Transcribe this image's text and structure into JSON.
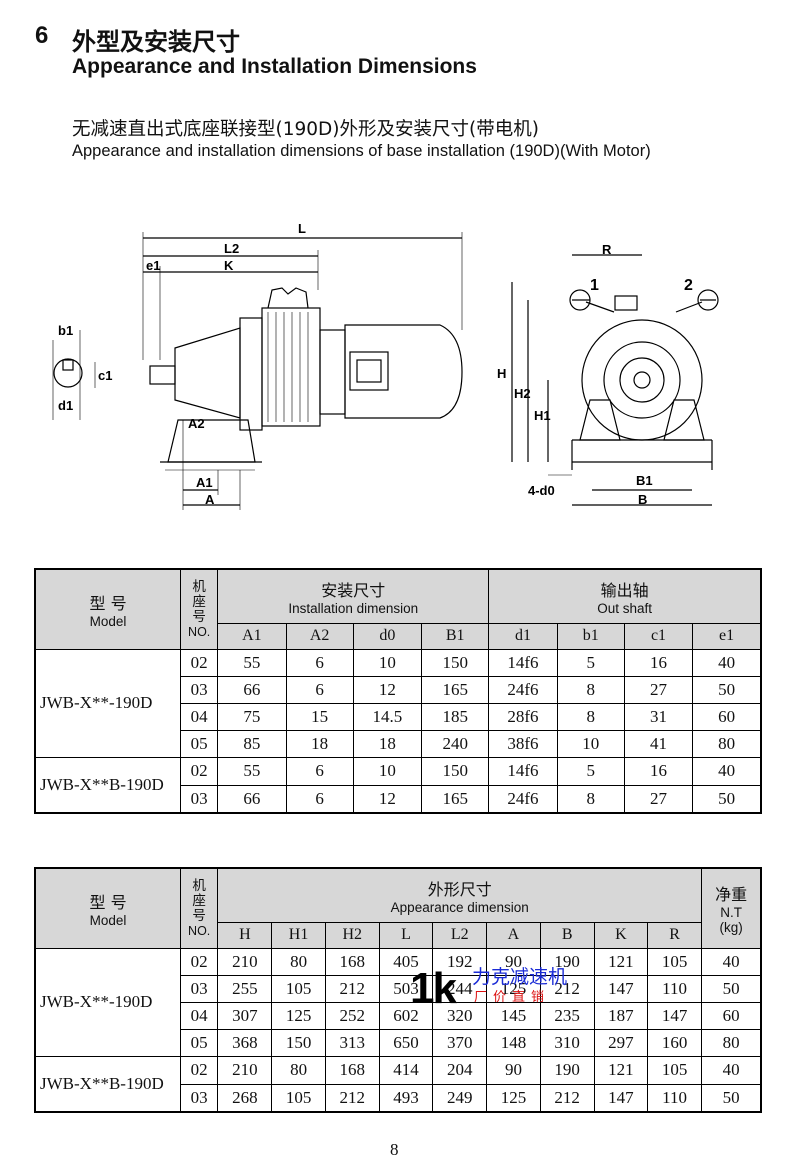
{
  "section": {
    "number": "6",
    "title_cn": "外型及安装尺寸",
    "title_en": "Appearance and Installation Dimensions"
  },
  "subsection": {
    "title_cn": "无减速直出式底座联接型(190D)外形及安装尺寸(带电机)",
    "title_en": "Appearance and installation dimensions of base installation (190D)(With Motor)"
  },
  "drawing": {
    "labels": {
      "L": "L",
      "L2": "L2",
      "K": "K",
      "e1": "e1",
      "b1": "b1",
      "c1": "c1",
      "d1": "d1",
      "A2": "A2",
      "A1": "A1",
      "A": "A",
      "R": "R",
      "one": "1",
      "two": "2",
      "H": "H",
      "H2": "H2",
      "H1": "H1",
      "d0": "4-d0",
      "B1": "B1",
      "B": "B"
    }
  },
  "table1": {
    "model_cn": "型 号",
    "model_en": "Model",
    "no_cn": "机座号",
    "no_en": "NO.",
    "group1_cn": "安装尺寸",
    "group1_en": "Installation dimension",
    "group2_cn": "输出轴",
    "group2_en": "Out shaft",
    "columns": [
      "A1",
      "A2",
      "d0",
      "B1",
      "d1",
      "b1",
      "c1",
      "e1"
    ],
    "groups": [
      {
        "model": "JWB-X**-190D",
        "rows": [
          {
            "no": "02",
            "values": [
              "55",
              "6",
              "10",
              "150",
              "14f6",
              "5",
              "16",
              "40"
            ]
          },
          {
            "no": "03",
            "values": [
              "66",
              "6",
              "12",
              "165",
              "24f6",
              "8",
              "27",
              "50"
            ]
          },
          {
            "no": "04",
            "values": [
              "75",
              "15",
              "14.5",
              "185",
              "28f6",
              "8",
              "31",
              "60"
            ]
          },
          {
            "no": "05",
            "values": [
              "85",
              "18",
              "18",
              "240",
              "38f6",
              "10",
              "41",
              "80"
            ]
          }
        ]
      },
      {
        "model": "JWB-X**B-190D",
        "rows": [
          {
            "no": "02",
            "values": [
              "55",
              "6",
              "10",
              "150",
              "14f6",
              "5",
              "16",
              "40"
            ]
          },
          {
            "no": "03",
            "values": [
              "66",
              "6",
              "12",
              "165",
              "24f6",
              "8",
              "27",
              "50"
            ]
          }
        ]
      }
    ]
  },
  "table2": {
    "model_cn": "型 号",
    "model_en": "Model",
    "no_cn": "机座号",
    "no_en": "NO.",
    "group_cn": "外形尺寸",
    "group_en": "Appearance dimension",
    "weight_cn": "净重",
    "weight_en": "N.T",
    "weight_unit": "(kg)",
    "columns": [
      "H",
      "H1",
      "H2",
      "L",
      "L2",
      "A",
      "B",
      "K",
      "R"
    ],
    "groups": [
      {
        "model": "JWB-X**-190D",
        "rows": [
          {
            "no": "02",
            "values": [
              "210",
              "80",
              "168",
              "405",
              "192",
              "90",
              "190",
              "121",
              "105"
            ],
            "weight": "40"
          },
          {
            "no": "03",
            "values": [
              "255",
              "105",
              "212",
              "503",
              "244",
              "125",
              "212",
              "147",
              "110"
            ],
            "weight": "50"
          },
          {
            "no": "04",
            "values": [
              "307",
              "125",
              "252",
              "602",
              "320",
              "145",
              "235",
              "187",
              "147"
            ],
            "weight": "60"
          },
          {
            "no": "05",
            "values": [
              "368",
              "150",
              "313",
              "650",
              "370",
              "148",
              "310",
              "297",
              "160"
            ],
            "weight": "80"
          }
        ]
      },
      {
        "model": "JWB-X**B-190D",
        "rows": [
          {
            "no": "02",
            "values": [
              "210",
              "80",
              "168",
              "414",
              "204",
              "90",
              "190",
              "121",
              "105"
            ],
            "weight": "40"
          },
          {
            "no": "03",
            "values": [
              "268",
              "105",
              "212",
              "493",
              "249",
              "125",
              "212",
              "147",
              "110"
            ],
            "weight": "50"
          }
        ]
      }
    ]
  },
  "watermark": {
    "mark": "1k",
    "line1": "力克减速机",
    "line2": "厂价直销"
  },
  "page_number": "8"
}
